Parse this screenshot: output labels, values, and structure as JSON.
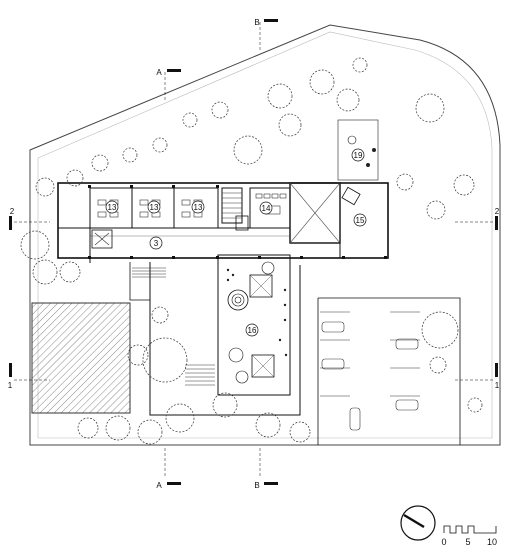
{
  "room_numbers": {
    "r13a": "13",
    "r13b": "13",
    "r13c": "13",
    "r14": "14",
    "r15": "15",
    "r16": "16",
    "r3": "3",
    "r19": "19"
  },
  "section_marks": {
    "a_top": "A",
    "a_bottom": "A",
    "b_top": "B",
    "b_bottom": "B",
    "s2_left": "2",
    "s2_right": "2",
    "s1_left": "1",
    "s1_right": "1"
  },
  "scale_bar": {
    "tick0": "0",
    "tick5": "5",
    "tick10": "10"
  }
}
